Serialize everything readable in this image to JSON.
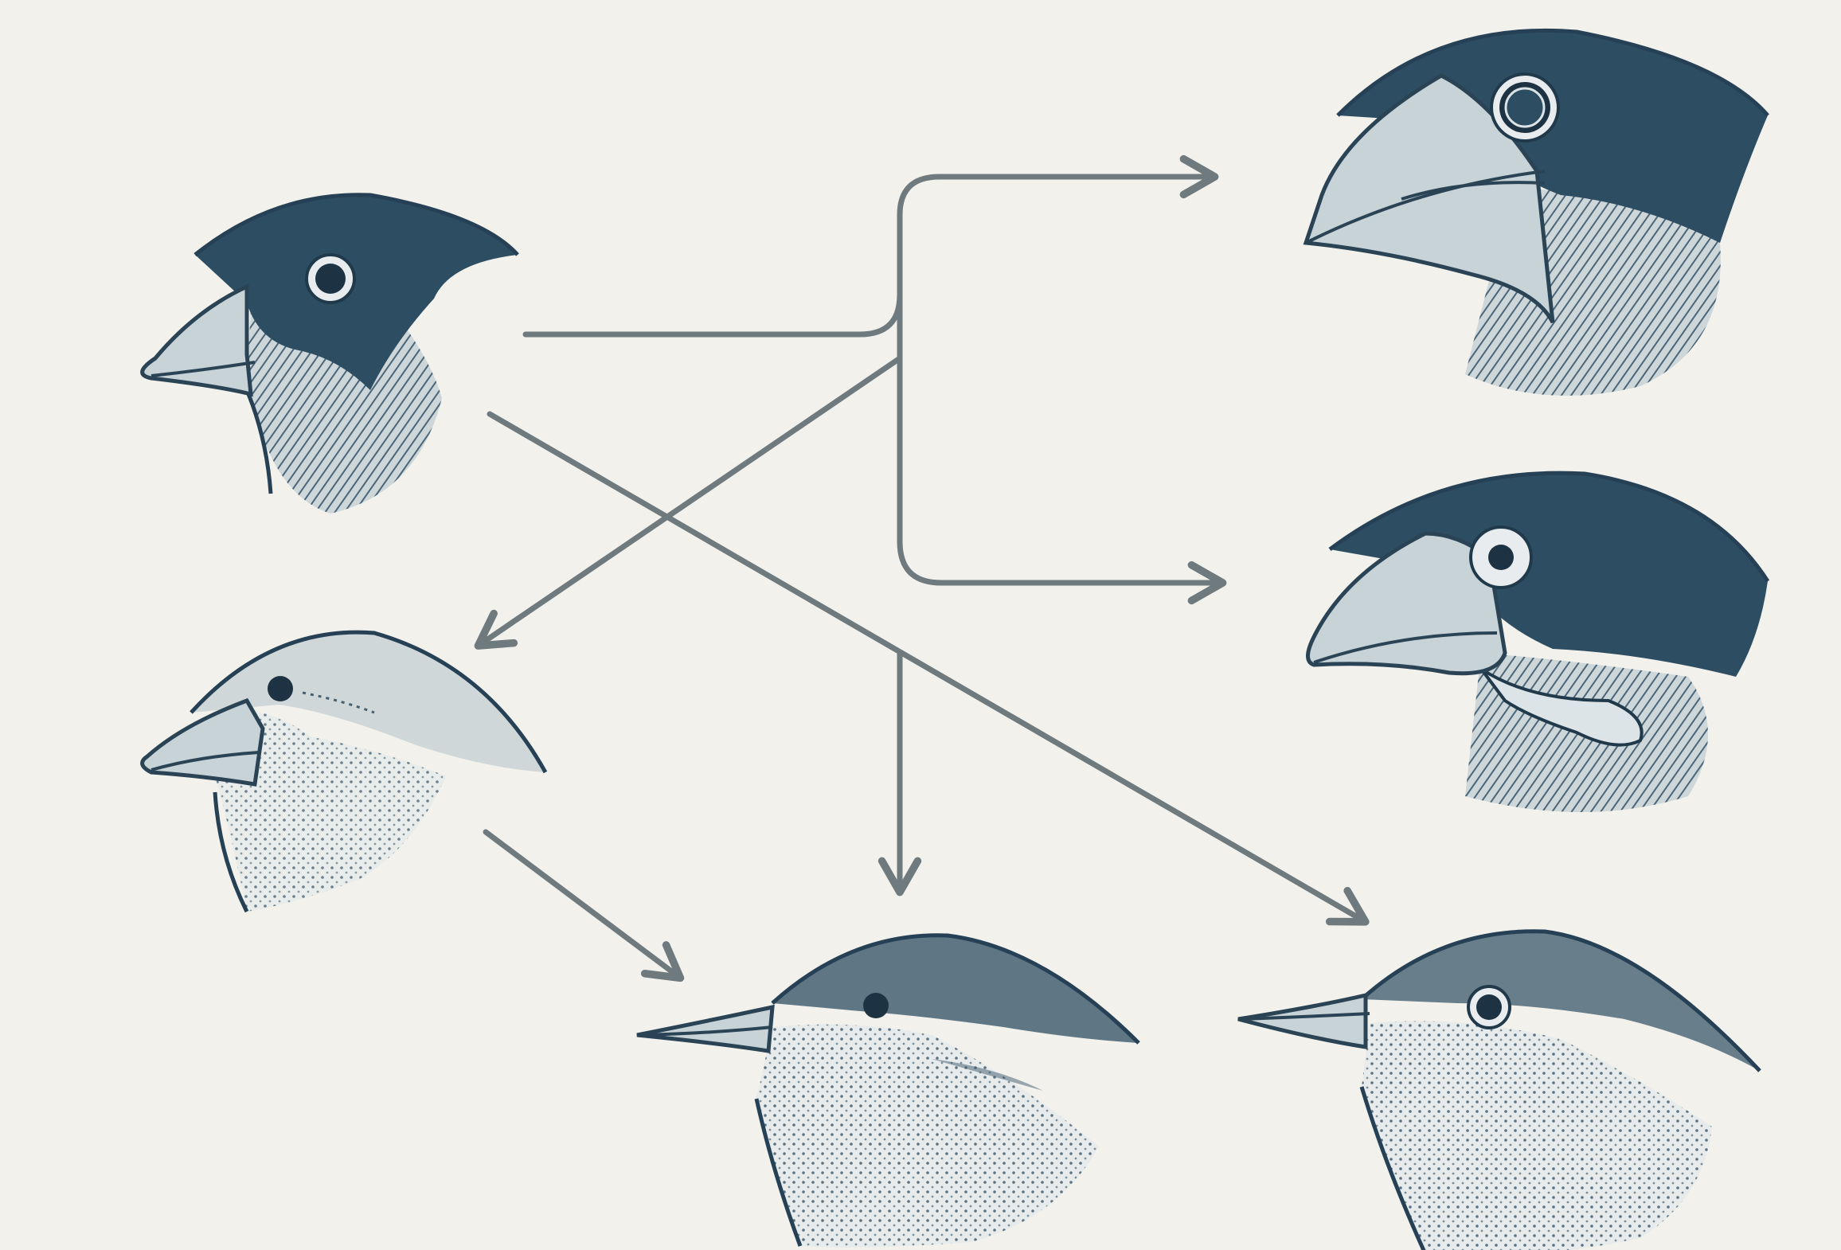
{
  "diagram": {
    "nodes": [
      {
        "id": "ancestor",
        "label": "",
        "icon": "finch-head-icon"
      },
      {
        "id": "large-ground-finch",
        "label": "",
        "icon": "finch-head-icon"
      },
      {
        "id": "medium-ground-finch",
        "label": "",
        "icon": "finch-head-icon"
      },
      {
        "id": "pale-finch",
        "label": "",
        "icon": "finch-head-icon"
      },
      {
        "id": "warbler-finch",
        "label": "",
        "icon": "finch-head-icon"
      },
      {
        "id": "small-beak-finch",
        "label": "",
        "icon": "finch-head-icon"
      }
    ],
    "edges": [
      {
        "from": "ancestor",
        "to": "large-ground-finch"
      },
      {
        "from": "ancestor",
        "to": "medium-ground-finch"
      },
      {
        "from": "ancestor",
        "to": "pale-finch"
      },
      {
        "from": "ancestor",
        "to": "warbler-finch"
      },
      {
        "from": "ancestor",
        "to": "small-beak-finch"
      },
      {
        "from": "pale-finch",
        "to": "warbler-finch"
      }
    ],
    "colors": {
      "background": "#f2f1ec",
      "ink": "#2d4d63",
      "arrow": "#6f7a7f"
    }
  }
}
